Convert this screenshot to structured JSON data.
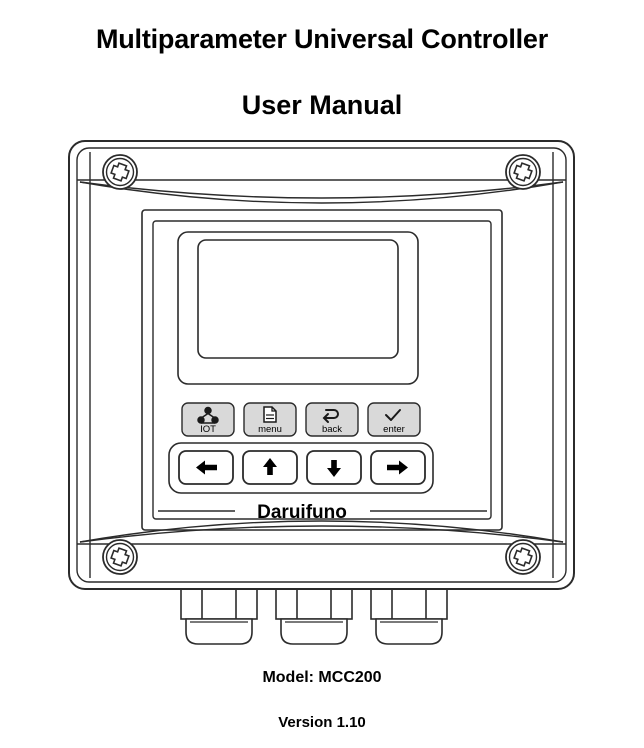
{
  "document": {
    "title_line1": "Multiparameter Universal Controller",
    "title_line2": "User Manual",
    "model_label": "Model: MCC200",
    "version_label": "Version 1.10"
  },
  "device": {
    "brand": "Daruifuno",
    "display": {
      "content": "",
      "state": "blank"
    },
    "function_keys": [
      {
        "label": "IOT",
        "icon": "network-nodes-icon"
      },
      {
        "label": "menu",
        "icon": "document-page-icon"
      },
      {
        "label": "back",
        "icon": "return-arrow-icon"
      },
      {
        "label": "enter",
        "icon": "checkmark-icon"
      }
    ],
    "arrow_keys": [
      {
        "label": "left",
        "icon": "arrow-left-icon",
        "glyph": "←"
      },
      {
        "label": "up",
        "icon": "arrow-up-icon",
        "glyph": "↑"
      },
      {
        "label": "down",
        "icon": "arrow-down-icon",
        "glyph": "↓"
      },
      {
        "label": "right",
        "icon": "arrow-right-icon",
        "glyph": "→"
      }
    ],
    "screws": [
      {
        "position": "top-left",
        "icon": "phillips-screw-icon"
      },
      {
        "position": "top-right",
        "icon": "phillips-screw-icon"
      },
      {
        "position": "bottom-left",
        "icon": "phillips-screw-icon"
      },
      {
        "position": "bottom-right",
        "icon": "phillips-screw-icon"
      }
    ],
    "cable_glands": [
      {
        "position": "left",
        "icon": "cable-gland-icon"
      },
      {
        "position": "center",
        "icon": "cable-gland-icon"
      },
      {
        "position": "right",
        "icon": "cable-gland-icon"
      }
    ]
  },
  "colors": {
    "line": "#2b2b2b",
    "key_fill": "#d9d9d9",
    "arrow_key_fill": "#ffffff",
    "background": "#ffffff",
    "text": "#000000"
  }
}
